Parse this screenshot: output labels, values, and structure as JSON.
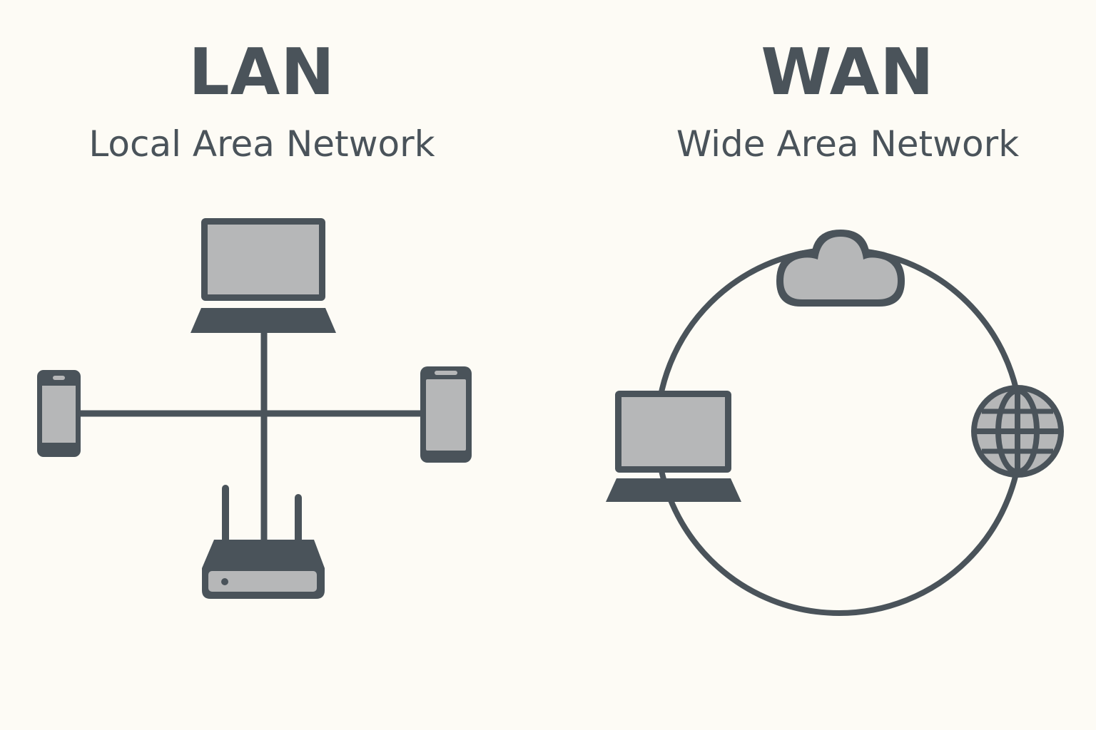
{
  "lan": {
    "title": "LAN",
    "subtitle": "Local Area Network",
    "devices": [
      "laptop-icon",
      "phone-icon",
      "tablet-icon",
      "router-icon"
    ]
  },
  "wan": {
    "title": "WAN",
    "subtitle": "Wide Area Network",
    "devices": [
      "cloud-icon",
      "laptop-icon",
      "globe-icon"
    ]
  },
  "colors": {
    "background": "#fdfbf5",
    "ink": "#4a535a",
    "fill": "#b6b7b8"
  }
}
